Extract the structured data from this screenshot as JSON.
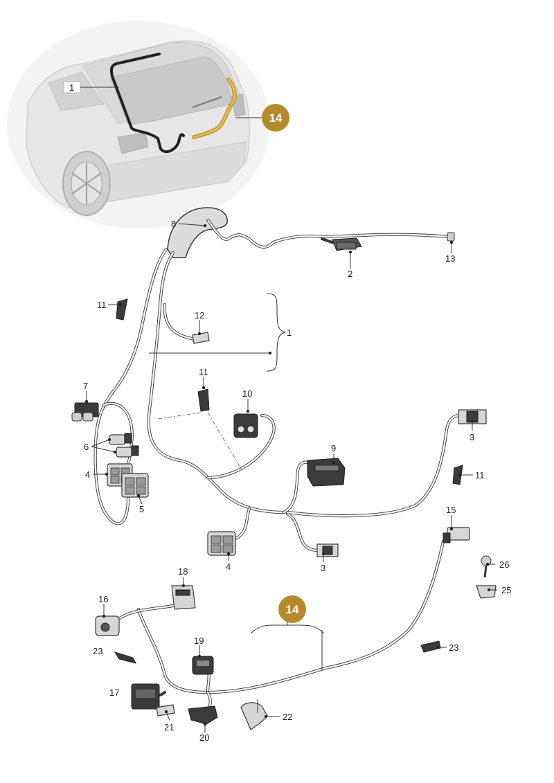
{
  "callouts": {
    "car_inset": "1",
    "car_badge": "14",
    "harness_badge": "14",
    "p1": "1",
    "p2": "2",
    "p3a": "3",
    "p3b": "3",
    "p4a": "4",
    "p4b": "4",
    "p5": "5",
    "p6": "6",
    "p7": "7",
    "p8": "8",
    "p9": "9",
    "p10": "10",
    "p11a": "11",
    "p11b": "11",
    "p11c": "11",
    "p12": "12",
    "p13": "13",
    "p15": "15",
    "p16": "16",
    "p17": "17",
    "p18": "18",
    "p19": "19",
    "p20": "20",
    "p21": "21",
    "p22": "22",
    "p23a": "23",
    "p23b": "23",
    "p25": "25",
    "p26": "26"
  },
  "colors": {
    "badge": "#b58a2a",
    "highlight_wire": "#c49a2a",
    "wire": "#3a3a3a",
    "car_body": "#e6e6e6"
  }
}
